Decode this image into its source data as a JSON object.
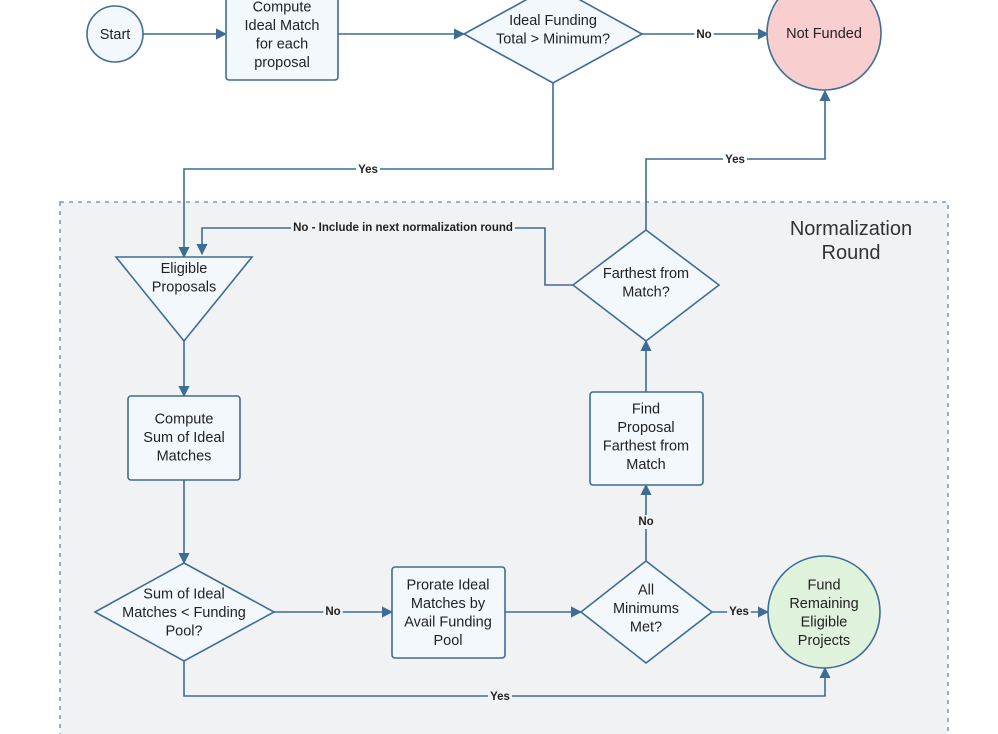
{
  "colors": {
    "stroke": "#3f6c96",
    "box_fill": "#f3f8fc",
    "region_fill": "#f1f2f4",
    "region_border": "#7d9ab8",
    "not_funded_fill": "#f8cecf",
    "funded_fill": "#dff2dc",
    "text": "#222222"
  },
  "region": {
    "title_line1": "Normalization",
    "title_line2": "Round"
  },
  "nodes": {
    "start": {
      "lines": [
        "Start"
      ]
    },
    "compute_ideal": {
      "lines": [
        "Compute",
        "Ideal Match",
        "for each",
        "proposal"
      ]
    },
    "ideal_total_check": {
      "lines": [
        "Ideal Funding",
        "Total > Minimum?"
      ]
    },
    "not_funded": {
      "lines": [
        "Not Funded"
      ]
    },
    "eligible": {
      "lines": [
        "Eligible",
        "Proposals"
      ]
    },
    "compute_sum": {
      "lines": [
        "Compute",
        "Sum of Ideal",
        "Matches"
      ]
    },
    "sum_check": {
      "lines": [
        "Sum of Ideal",
        "Matches < Funding",
        "Pool?"
      ]
    },
    "prorate": {
      "lines": [
        "Prorate Ideal",
        "Matches by",
        "Avail Funding",
        "Pool"
      ]
    },
    "minimums_check": {
      "lines": [
        "All",
        "Minimums",
        "Met?"
      ]
    },
    "fund_remaining": {
      "lines": [
        "Fund",
        "Remaining",
        "Eligible",
        "Projects"
      ]
    },
    "find_farthest": {
      "lines": [
        "Find",
        "Proposal",
        "Farthest from",
        "Match"
      ]
    },
    "farthest_check": {
      "lines": [
        "Farthest from",
        "Match?"
      ]
    }
  },
  "edges": {
    "total_no": "No",
    "total_yes": "Yes",
    "farthest_yes": "Yes",
    "farthest_no": "No - Include in next normalization round",
    "sum_no": "No",
    "sum_yes": "Yes",
    "minimums_yes": "Yes",
    "minimums_no": "No"
  }
}
